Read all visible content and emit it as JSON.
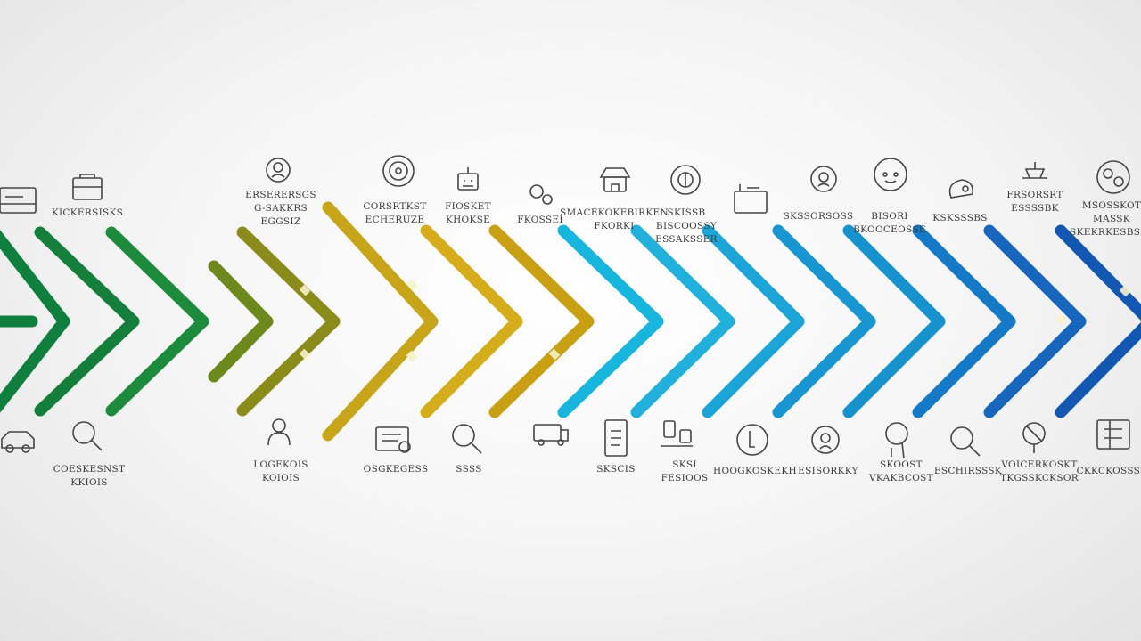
{
  "top_labels": [
    {
      "lines": [
        "KICKERSISKS"
      ]
    },
    {
      "lines": [
        "ERSERERSGS",
        "G-SAKKRS",
        "EGGSIZ"
      ]
    },
    {
      "lines": [
        "CORSRTKST",
        "ECHERUZE"
      ]
    },
    {
      "lines": [
        "FIOSKET",
        "KHOKSE"
      ]
    },
    {
      "lines": [
        "FKOSSEI"
      ]
    },
    {
      "lines": [
        "SMACEKOKEBIRKEN",
        "FKORKI"
      ]
    },
    {
      "lines": [
        "SKISSB",
        "BISCOOSSY",
        "ESSAKSSER"
      ]
    },
    {
      "lines": [
        "SKSSORSOSS"
      ]
    },
    {
      "lines": [
        "BISORI",
        "BKOOCEOSSE"
      ]
    },
    {
      "lines": [
        "KSKSSSBS"
      ]
    },
    {
      "lines": [
        "FRSORSRT",
        "ESSSSBK"
      ]
    },
    {
      "lines": [
        "MSOSSKOT",
        "MASSK",
        "SKEKRKESBSSS"
      ]
    }
  ],
  "bottom_labels": [
    {
      "lines": [
        "COESKESNST",
        "KKIOIS"
      ]
    },
    {
      "lines": [
        "LOGEKOIS",
        "KOIOIS"
      ]
    },
    {
      "lines": [
        "OSGKEGESS"
      ]
    },
    {
      "lines": [
        "SSSS"
      ]
    },
    {
      "lines": [
        "SKSCIS"
      ]
    },
    {
      "lines": [
        "SKSI",
        "FESIOOS"
      ]
    },
    {
      "lines": [
        "HOOGKOSKEKH"
      ]
    },
    {
      "lines": [
        "ESISORKKY"
      ]
    },
    {
      "lines": [
        "SKOOST",
        "VKAKBCOST"
      ]
    },
    {
      "lines": [
        "ESCHIRSSSK"
      ]
    },
    {
      "lines": [
        "VOICERKOSKT",
        "TKGSSKCKSOR"
      ]
    },
    {
      "lines": [
        "CKKCKOSSSS"
      ]
    }
  ],
  "top_icons": [
    "bed-icon",
    "toolbox-icon",
    "gear-person-icon",
    "target-icon",
    "robot-icon",
    "gears-icon",
    "laboratory-icon",
    "coin-gear-icon",
    "factory-icon",
    "person-gear-icon",
    "virus-icon",
    "recycle-icon",
    "lamp-icon",
    "gear-cluster-icon"
  ],
  "bottom_icons": [
    "car-icon",
    "magnifier-icon",
    "person-icon",
    "chart-card-icon",
    "magnifier-icon",
    "truck-icon",
    "id-card-icon",
    "building-network-icon",
    "phone-icon",
    "compass-icon",
    "lightbulb-head-icon",
    "magnifier-icon",
    "person-chart-icon",
    "cpu-board-icon"
  ],
  "colors": {
    "green": "#0f7f3d",
    "olive": "#6c8a1c",
    "yellow": "#d5ad1a",
    "gold": "#c8a012",
    "cyan": "#17b6de",
    "sky": "#1693cf",
    "blue": "#1566bc",
    "text": "#3a3a3a",
    "icon": "#454545"
  }
}
